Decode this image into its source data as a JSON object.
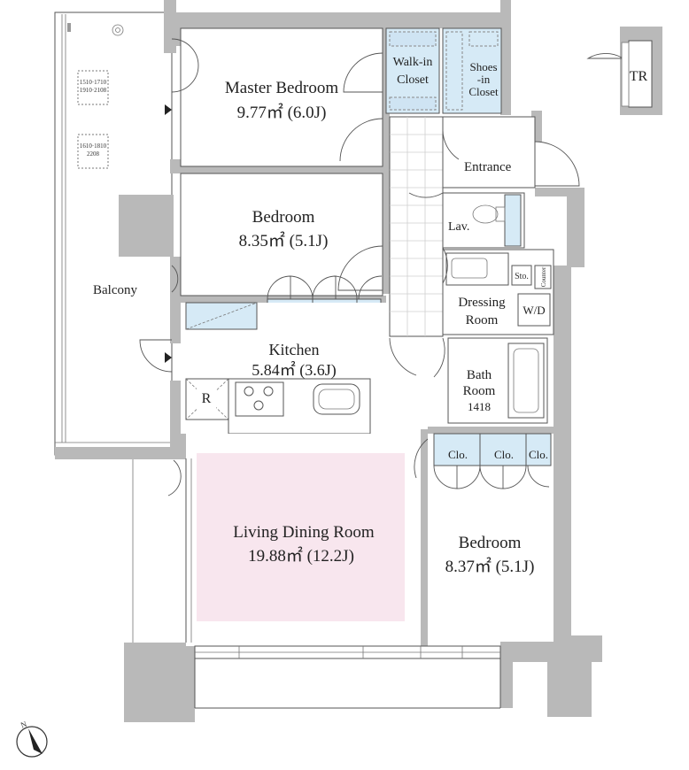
{
  "rooms": {
    "master_bedroom": {
      "name": "Master Bedroom",
      "area": "9.77㎡ (6.0J)"
    },
    "bedroom_1": {
      "name": "Bedroom",
      "area": "8.35㎡ (5.1J)"
    },
    "kitchen": {
      "name": "Kitchen",
      "area": "5.84㎡ (3.6J)"
    },
    "living_dining": {
      "name": "Living Dining Room",
      "area": "19.88㎡ (12.2J)"
    },
    "bedroom_2": {
      "name": "Bedroom",
      "area": "8.37㎡ (5.1J)"
    },
    "balcony": "Balcony",
    "walk_in_closet": [
      "Walk-in",
      "Closet"
    ],
    "shoes_in_closet": [
      "Shoes",
      "-in",
      "Closet"
    ],
    "entrance": "Entrance",
    "lavatory": "Lav.",
    "dressing_room": [
      "Dressing",
      "Room"
    ],
    "bath_room": [
      "Bath",
      "Room",
      "1418"
    ],
    "trunk_room": "TR",
    "closet_label": "Clo.",
    "refrigerator": "R",
    "washer_dryer": "W/D",
    "storage": "Sto.",
    "counter": "Counter"
  },
  "balcony_notes": {
    "note_1": [
      "1510·1710",
      "1910·2108"
    ],
    "note_2": [
      "1610·1810",
      "2208"
    ]
  },
  "compass": {
    "label": "N"
  },
  "colors": {
    "wall": "#b9b9b9",
    "closet_fill": "#d6eaf6",
    "living_fill": "#f8e6ee"
  }
}
